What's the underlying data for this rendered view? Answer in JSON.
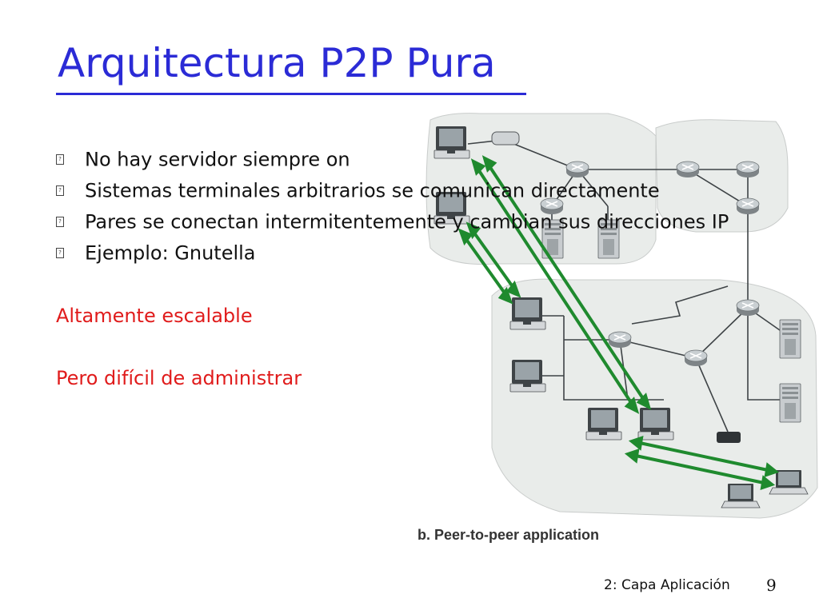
{
  "slide": {
    "title": "Arquitectura P2P Pura",
    "bullets": [
      "No hay servidor siempre on",
      "Sistemas terminales arbitrarios se comunican directamente",
      "Pares se conectan intermitentemente y cambian sus direcciones IP",
      "Ejemplo: Gnutella"
    ],
    "highlight_1": "Altamente escalable",
    "highlight_2": "Pero difícil de administrar",
    "figure_caption": "b. Peer-to-peer application",
    "footer": "2: Capa Aplicación",
    "page_number": "9"
  },
  "colors": {
    "title": "#2b2bd6",
    "highlight": "#e01b1b",
    "arrows": "#1f8a2e",
    "network_cloud": "#e9ecea"
  },
  "icons": {
    "bullet": "missing-glyph-box",
    "router": "router-icon",
    "desktop": "desktop-computer-icon",
    "laptop": "laptop-icon",
    "server": "server-tower-icon"
  }
}
